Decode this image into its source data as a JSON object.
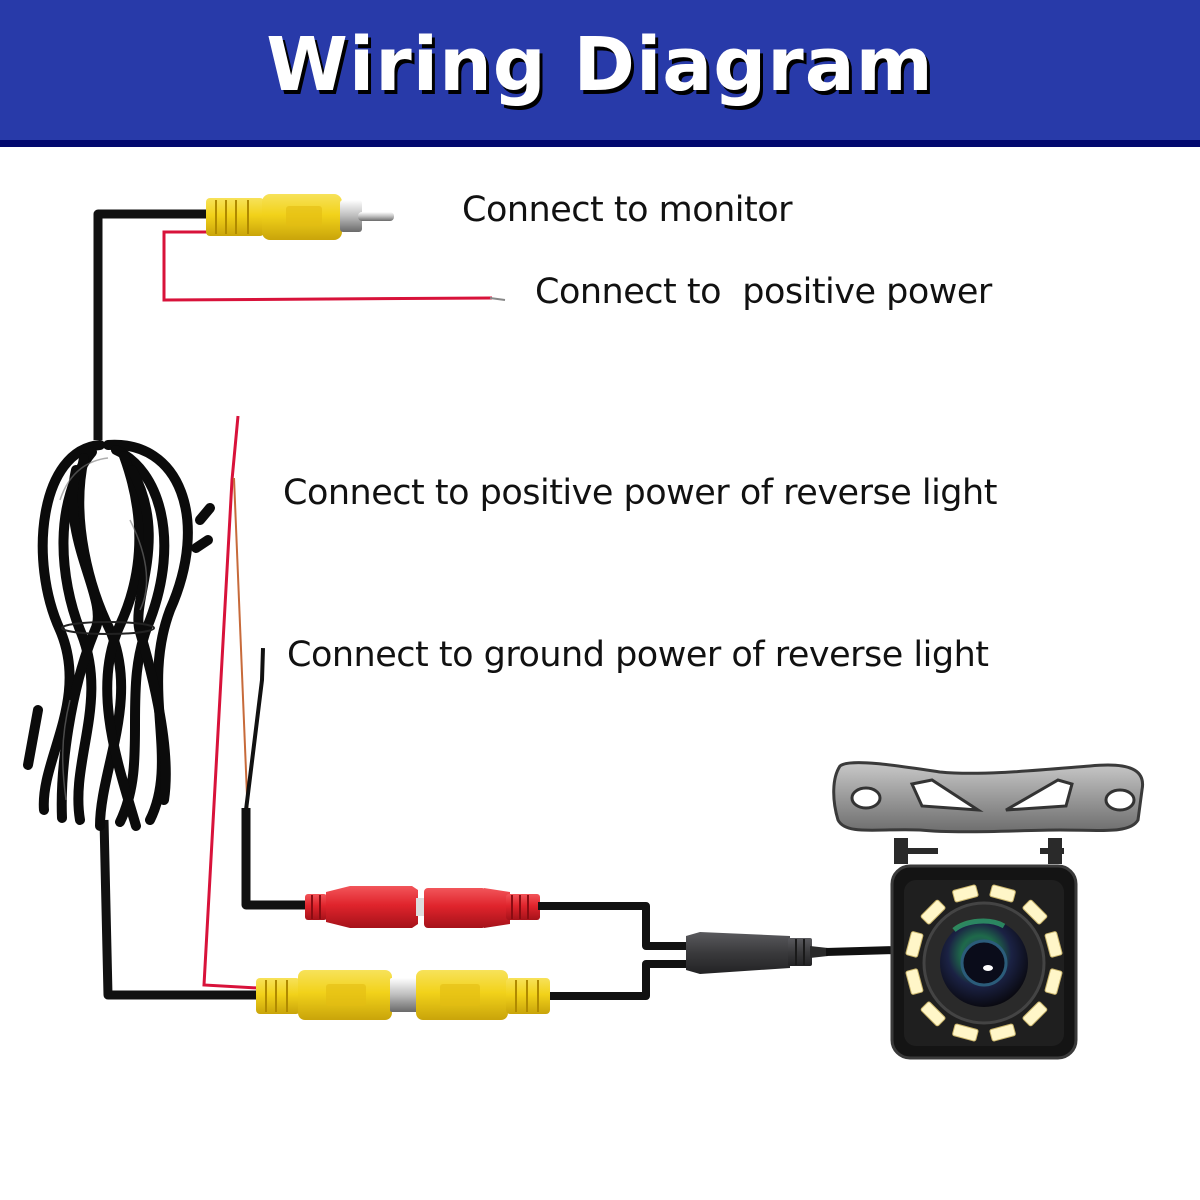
{
  "header": {
    "title": "Wiring Diagram",
    "background_color": "#283aa9",
    "underline_color": "#02086e"
  },
  "labels": [
    {
      "id": "monitor",
      "text": "Connect to monitor"
    },
    {
      "id": "positive_power",
      "text": "Connect to  positive power"
    },
    {
      "id": "reverse_positive",
      "text": "Connect to positive power of reverse light"
    },
    {
      "id": "reverse_ground",
      "text": "Connect to ground power of reverse light"
    }
  ],
  "components": {
    "video_out_plug": {
      "type": "RCA male plug",
      "color": "#f2d21a"
    },
    "power_connector": {
      "type": "DC power connector pair",
      "color": "#e0242c"
    },
    "video_coupler": {
      "type": "RCA female/male pair",
      "color": "#f2d21a"
    },
    "splitter": {
      "type": "cable splitter",
      "color": "#3a3a3c"
    },
    "camera": {
      "type": "rear view camera",
      "led_count": 12,
      "led_color": "#fff6c8",
      "bracket_color": "#9a9a9a"
    },
    "cable_coil": {
      "type": "extension cable coil",
      "color": "#0b0b0b"
    },
    "wire_colors": {
      "signal": "#111111",
      "positive": "#d8123a"
    }
  }
}
